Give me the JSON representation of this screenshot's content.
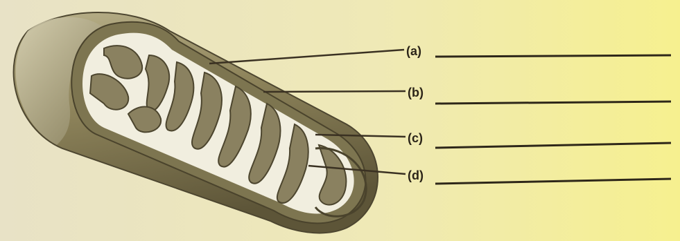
{
  "diagram": {
    "labels": [
      {
        "id": "a",
        "text": "(a)"
      },
      {
        "id": "b",
        "text": "(b)"
      },
      {
        "id": "c",
        "text": "(c)"
      },
      {
        "id": "d",
        "text": "(d)"
      }
    ]
  },
  "colors": {
    "paper_left": "#e7dfc0",
    "paper_right": "#f5ef96",
    "outer_membrane": "#8b8157",
    "outer_shadow": "#5e5638",
    "inner_membrane": "#7d7550",
    "matrix": "#f1eedf",
    "line": "#3a3122"
  }
}
